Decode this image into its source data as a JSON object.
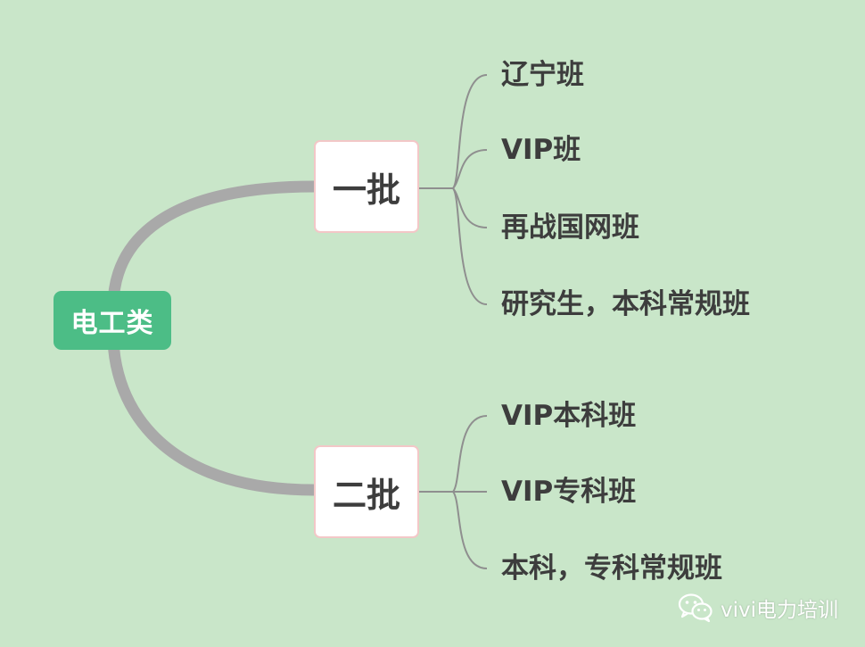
{
  "root": {
    "label": "电工类"
  },
  "batches": [
    {
      "label": "一批",
      "items": [
        "辽宁班",
        "VIP班",
        "再战国网班",
        "研究生，本科常规班"
      ]
    },
    {
      "label": "二批",
      "items": [
        "VIP本科班",
        "VIP专科班",
        "本科，专科常规班"
      ]
    }
  ],
  "watermark": {
    "text": "vivi电力培训",
    "icon": "wechat-icon"
  },
  "colors": {
    "background": "#c9e6c9",
    "root": "#4cbd86",
    "main_branch": "#a9a9a9",
    "leaf_branch": "#8f8f8f",
    "node_border": "#f3c7c7",
    "text": "#3d3d3d"
  }
}
